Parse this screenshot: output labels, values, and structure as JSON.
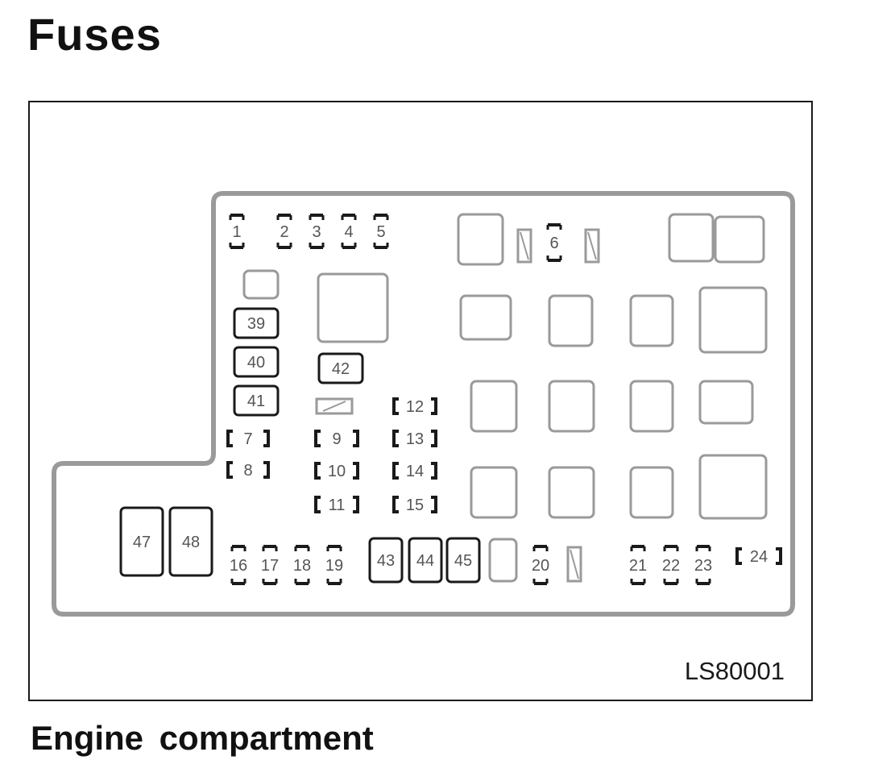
{
  "title": "Fuses",
  "caption": "Engine  compartment",
  "diagram_code": "LS80001",
  "colors": {
    "outline": "#9a9a9a",
    "ink": "#1a1a1a",
    "grey_text": "#555555"
  },
  "fuses": {
    "top_row": [
      "1",
      "2",
      "3",
      "4",
      "5"
    ],
    "top_center": "6",
    "left_boxed": [
      "39",
      "40",
      "41"
    ],
    "center_boxed": "42",
    "bracket_left": [
      "7",
      "8"
    ],
    "bracket_mid": [
      "9",
      "10",
      "11"
    ],
    "bracket_right": [
      "12",
      "13",
      "14",
      "15"
    ],
    "large_left": [
      "47",
      "48"
    ],
    "bottom_row": [
      "16",
      "17",
      "18",
      "19"
    ],
    "bottom_boxed": [
      "43",
      "44",
      "45"
    ],
    "bottom_center": "20",
    "bottom_right": [
      "21",
      "22",
      "23"
    ],
    "far_right": "24"
  }
}
